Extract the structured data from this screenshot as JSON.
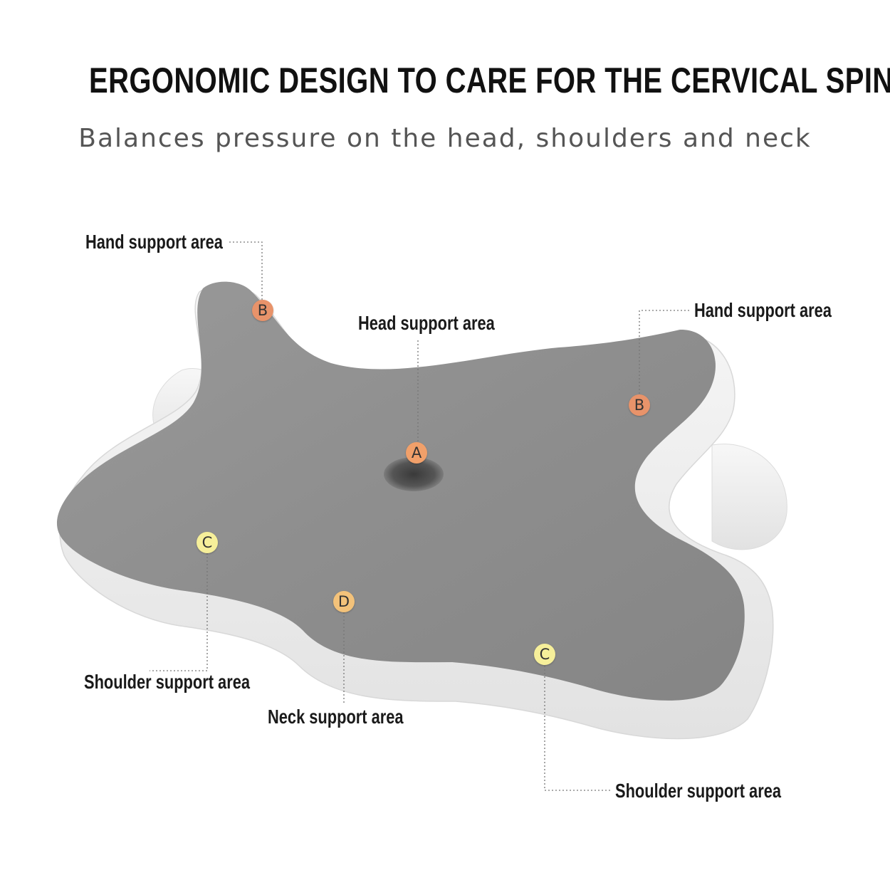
{
  "header": {
    "title": "ERGONOMIC DESIGN TO CARE FOR THE CERVICAL SPINE",
    "subtitle": "Balances pressure on the head, shoulders and neck"
  },
  "colors": {
    "pillow_top": "#8f8f8f",
    "pillow_side": "#f1f1f1",
    "marker_orange": "#e8936a",
    "marker_yellow": "#f6ef9a",
    "marker_light_orange": "#f3c27a",
    "leader_line": "#777777"
  },
  "labels": {
    "hand_support_left": "Hand support area",
    "hand_support_right": "Hand support area",
    "head_support": "Head support area",
    "shoulder_support_left": "Shoulder support area",
    "shoulder_support_right": "Shoulder support area",
    "neck_support": "Neck support area"
  },
  "markers": {
    "b_left": "B",
    "b_right": "B",
    "a_center": "A",
    "c_left": "C",
    "c_right": "C",
    "d_center": "D"
  }
}
